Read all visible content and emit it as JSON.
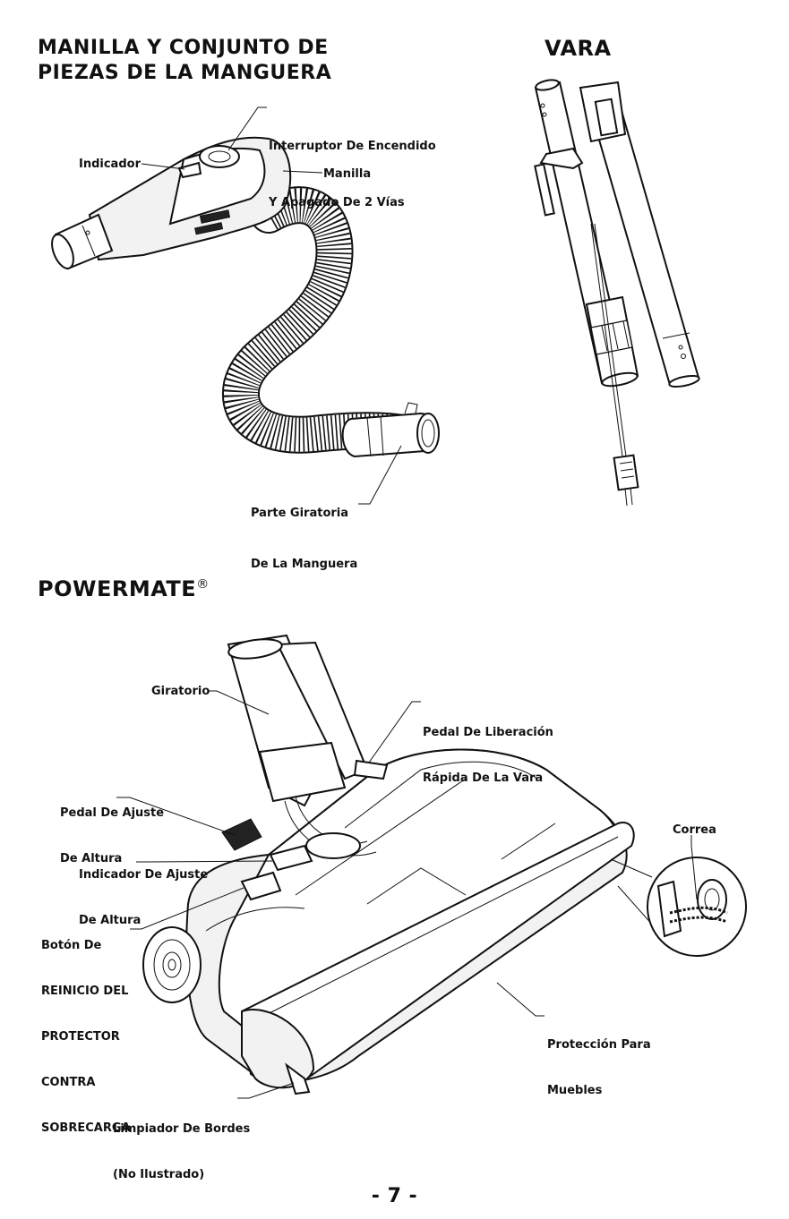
{
  "sections": {
    "hose_title_line1": "MANILLA Y CONJUNTO DE",
    "hose_title_line2": "PIEZAS DE LA MANGUERA",
    "wand_title": "VARA",
    "powermate_title": "POWERMATE",
    "powermate_mark": "®"
  },
  "hose_labels": {
    "switch_line1": "Interruptor De Encendido",
    "switch_line2": "Y Apagado De 2 Vías",
    "indicator": "Indicador",
    "handle": "Manilla",
    "swivel_line1": "Parte Giratoria",
    "swivel_line2": "De La Manguera"
  },
  "powermate_labels": {
    "swivel": "Giratorio",
    "wand_release_line1": "Pedal De Liberación",
    "wand_release_line2": "Rápida De La Vara",
    "height_pedal_line1": "Pedal De Ajuste",
    "height_pedal_line2": "De Altura",
    "height_indicator_line1": "Indicador De Ajuste",
    "height_indicator_line2": "De Altura",
    "belt": "Correa",
    "reset_line1": "Botón De",
    "reset_line2": "REINICIO DEL",
    "reset_line3": "PROTECTOR",
    "reset_line4": "CONTRA",
    "reset_line5": "SOBRECARGA",
    "furniture_line1": "Protección Para",
    "furniture_line2": "Muebles",
    "edge_line1": "Limpiador De Bordes",
    "edge_line2": "(No Ilustrado)"
  },
  "page_number": "- 7 -"
}
